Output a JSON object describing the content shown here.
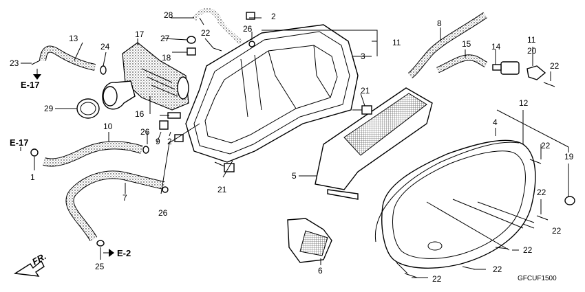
{
  "diagram": {
    "code": "GFCUF1500",
    "front_label": "FR.",
    "refs": {
      "e17a": "E-17",
      "e17b": "E-17",
      "e2": "E-2"
    },
    "labels": {
      "p1": "1",
      "p2a": "2",
      "p2b": "2",
      "p3": "3",
      "p4": "4",
      "p5": "5",
      "p6": "6",
      "p7": "7",
      "p8": "8",
      "p9": "9",
      "p10": "10",
      "p11a": "11",
      "p11b": "11",
      "p12": "12",
      "p13": "13",
      "p14": "14",
      "p15": "15",
      "p16": "16",
      "p17": "17",
      "p18": "18",
      "p19": "19",
      "p20": "20",
      "p21a": "21",
      "p21b": "21",
      "p22a": "22",
      "p22b": "22",
      "p22c": "22",
      "p22d": "22",
      "p22e": "22",
      "p22f": "22",
      "p22g": "22",
      "p22h": "22",
      "p23": "23",
      "p24": "24",
      "p25": "25",
      "p26a": "26",
      "p26b": "26",
      "p26c": "26",
      "p27": "27",
      "p28": "28",
      "p29": "29"
    }
  }
}
